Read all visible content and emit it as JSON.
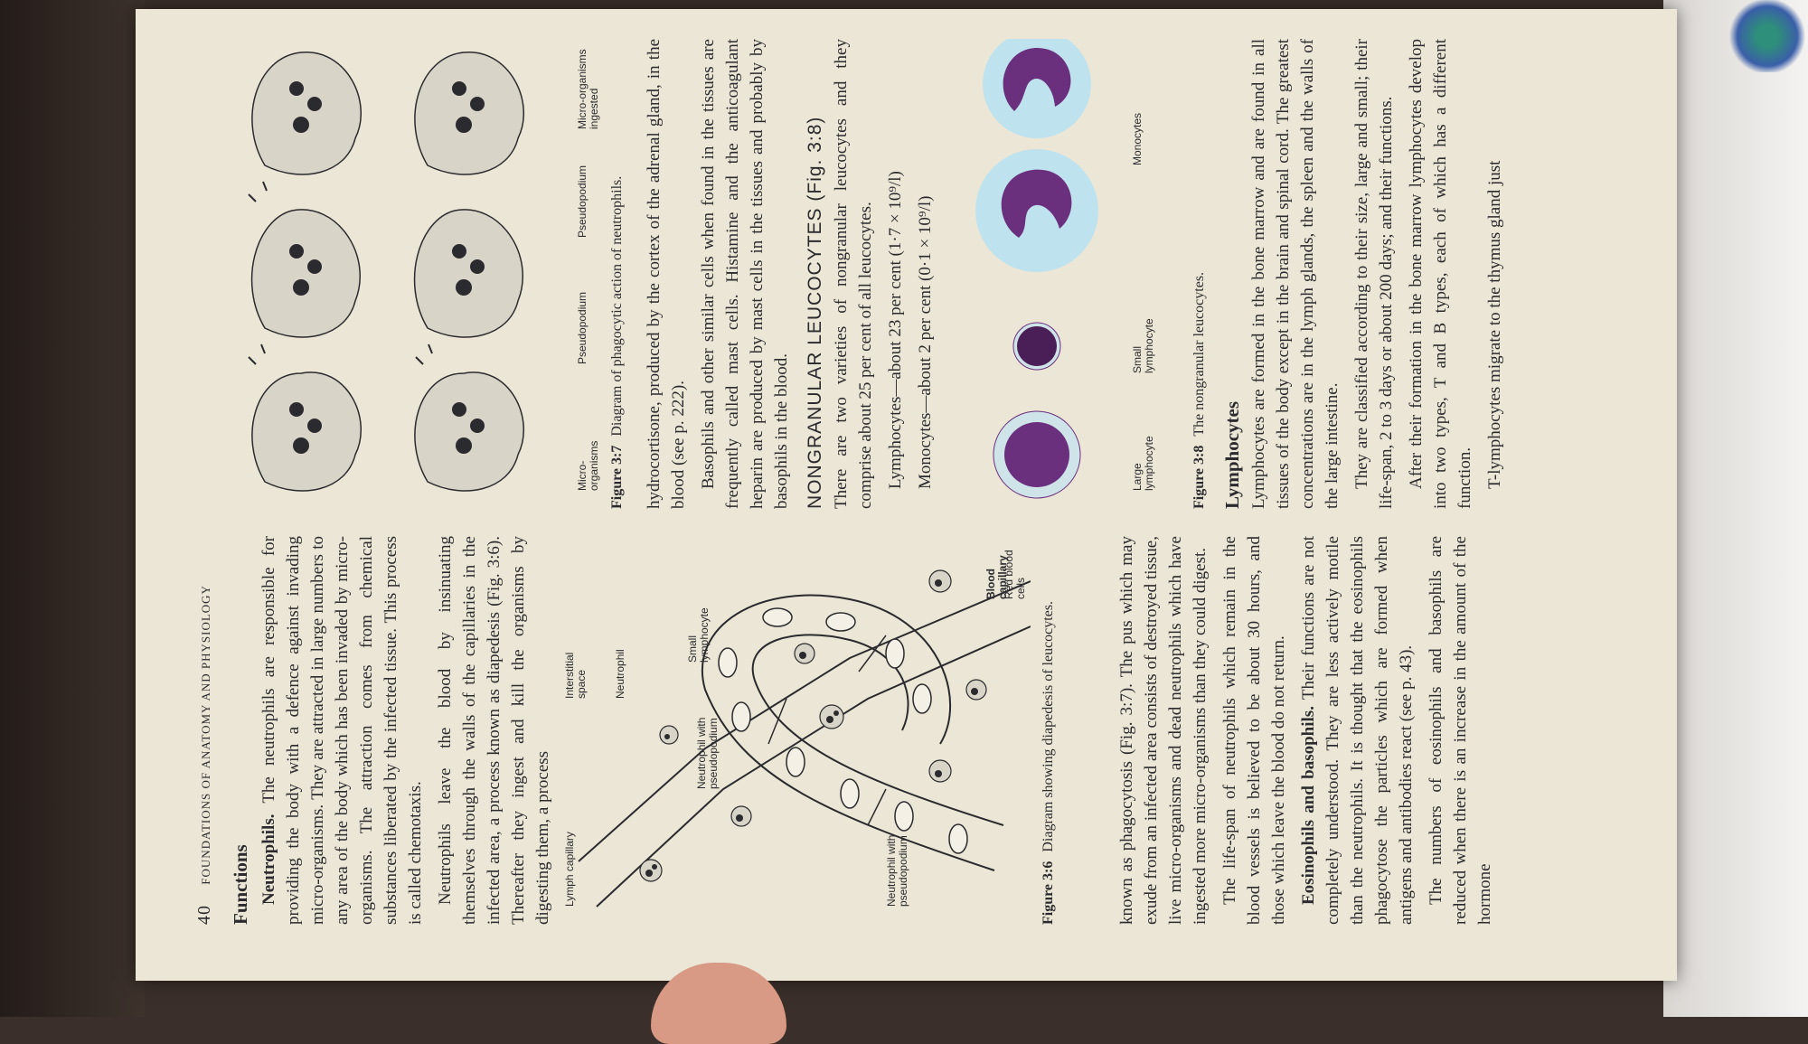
{
  "page": {
    "number": "40",
    "running_head": "FOUNDATIONS OF ANATOMY AND PHYSIOLOGY"
  },
  "functions": {
    "heading": "Functions",
    "neutrophils_lead": "Neutrophils.",
    "p1": "The neutrophils are responsible for providing the body with a defence against invading micro-organisms. They are attracted in large numbers to any area of the body which has been invaded by micro-organisms. The attraction comes from chemical substances liberated by the infected tissue. This process is called chemotaxis.",
    "p2": "Neutrophils leave the blood by insinuating themselves through the walls of the capillaries in the infected area, a process known as diapedesis (Fig. 3:6). Thereafter they ingest and kill the organisms by digesting them, a process"
  },
  "figure36": {
    "labels": {
      "lymph_capillary": "Lymph capillary",
      "interstitial_space": "Interstitial space",
      "blood_capillary": "Blood capillary",
      "red_blood_cells": "Red blood cells",
      "neutrophil": "Neutrophil",
      "neutrophil_pseudopodium": "Neutrophil with pseudopodium",
      "small_lymphocyte": "Small lymphocyte",
      "neutrophil_pseudopodium_2": "Neutrophil with pseudopodium"
    },
    "number": "Figure 3:6",
    "caption": "Diagram showing diapedesis of leucocytes."
  },
  "continuation": {
    "p1": "known as phagocytosis (Fig. 3:7). The pus which may exude from an infected area consists of destroyed tissue, live micro-organisms and dead neutrophils which have ingested more micro-organisms than they could digest.",
    "p2": "The life-span of neutrophils which remain in the blood vessels is believed to be about 30 hours, and those which leave the blood do not return.",
    "eos_lead": "Eosinophils and basophils.",
    "p3": "Their functions are not completely understood. They are less actively motile than the neutrophils. It is thought that the eosinophils phagocytose the particles which are formed when antigens and antibodies react (see p. 43).",
    "p4": "The numbers of eosinophils and basophils are reduced when there is an increase in the amount of the hormone"
  },
  "figure37": {
    "labels": {
      "micro_organisms": "Micro-organisms",
      "pseudopodium_top": "Pseudopodium",
      "pseudopodium_bottom": "Pseudopodium",
      "micro_organisms_ingested": "Micro-organisms ingested"
    },
    "number": "Figure 3:7",
    "caption": "Diagram of phagocytic action of neutrophils."
  },
  "hormone_text": {
    "p1": "hydrocortisone, produced by the cortex of the adrenal gland, in the blood (see p. 222).",
    "p2": "Basophils and other similar cells when found in the tissues are frequently called mast cells. Histamine and the anticoagulant heparin are produced by mast cells in the tissues and probably by basophils in the blood."
  },
  "nongranular": {
    "heading": "NONGRANULAR LEUCOCYTES (Fig. 3:8)",
    "p1": "There are two varieties of nongranular leucocytes and they comprise about 25 per cent of all leucocytes.",
    "lymph_line": "Lymphocytes—about 23 per cent (1·7 × 10⁹/l)",
    "mono_line": "Monocytes—about 2 per cent (0·1 × 10⁹/l)"
  },
  "figure38": {
    "labels": {
      "large_lymphocyte": "Large lymphocyte",
      "small_lymphocyte": "Small lymphocyte",
      "monocytes": "Monocytes"
    },
    "number": "Figure 3:8",
    "caption": "The nongranular leucocytes."
  },
  "lymphocytes": {
    "heading": "Lymphocytes",
    "p1": "Lymphocytes are formed in the bone marrow and are found in all tissues of the body except in the brain and spinal cord. The greatest concentrations are in the lymph glands, the spleen and the walls of the large intestine.",
    "p2": "They are classified according to their size, large and small; their life-span, 2 to 3 days or about 200 days; and their functions.",
    "p3": "After their formation in the bone marrow lymphocytes develop into two types, T and B types, each of which has a different function.",
    "p4": "T-lymphocytes migrate to the thymus gland just"
  },
  "colors": {
    "paper": "#ece6d6",
    "ink": "#2b2a2e",
    "nucleus": "#6a2f7d",
    "cytoplasm": "#bfe3ee"
  }
}
